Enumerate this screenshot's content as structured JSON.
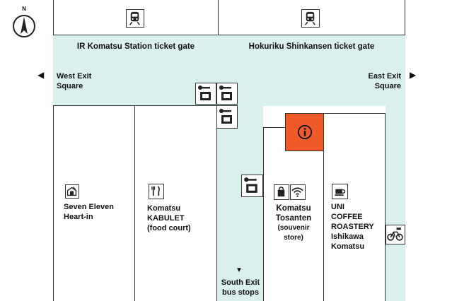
{
  "compass": {
    "north_label": "N",
    "icon": "compass-icon"
  },
  "gates": {
    "jr": "IR Komatsu Station ticket gate",
    "shinkansen": "Hokuriku Shinkansen ticket gate"
  },
  "exits": {
    "west": [
      "West Exit",
      "Square"
    ],
    "east": [
      "East Exit",
      "Square"
    ],
    "south": [
      "South Exit",
      "bus stops"
    ]
  },
  "shops": {
    "seven_eleven": [
      "Seven Eleven",
      "Heart-in"
    ],
    "kabulet": [
      "Komatsu",
      "KABULET",
      "(food court)"
    ],
    "tosanten": [
      "Komatsu",
      "Tosanten",
      "(souvenir",
      "store)"
    ],
    "uni_coffee": [
      "UNI",
      "COFFEE",
      "ROASTERY",
      "Ishikawa",
      "Komatsu"
    ]
  },
  "icons": {
    "train": "train-icon",
    "locker": "coin-locker-icon",
    "info": "information-icon",
    "convenience": "convenience-store-icon",
    "food": "restaurant-icon",
    "shop": "shopping-bag-icon",
    "wifi": "wifi-icon",
    "cafe": "coffee-cup-icon",
    "bicycle": "bicycle-rental-icon"
  },
  "colors": {
    "corridor": "#daf0ef",
    "info_accent": "#f05a28",
    "line": "#333333"
  }
}
